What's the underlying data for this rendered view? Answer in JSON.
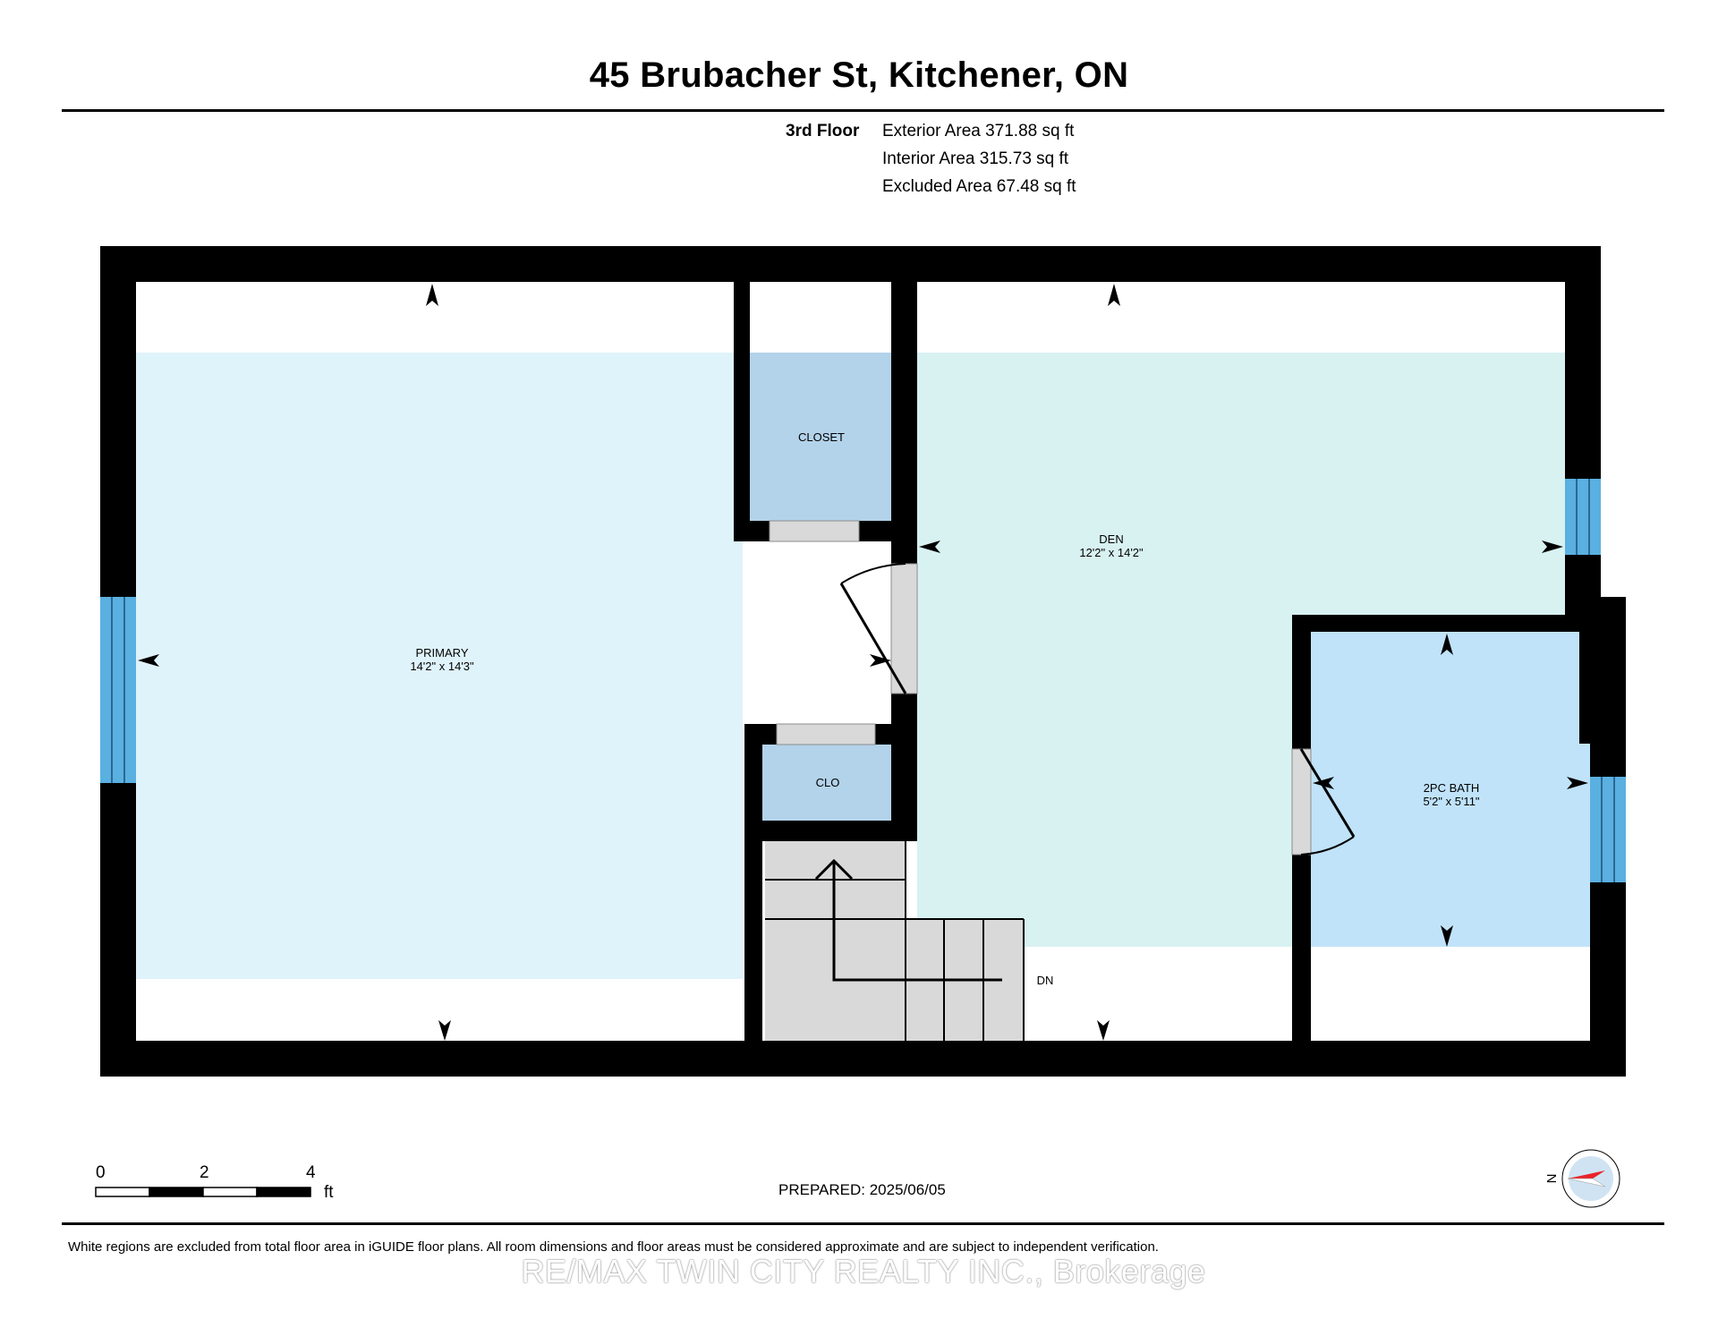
{
  "header": {
    "title": "45 Brubacher St, Kitchener, ON"
  },
  "floor": {
    "name": "3rd Floor",
    "exterior_area": "Exterior Area 371.88 sq ft",
    "interior_area": "Interior Area 315.73 sq ft",
    "excluded_area": "Excluded Area 67.48 sq ft"
  },
  "rooms": {
    "primary": {
      "name": "PRIMARY",
      "dims": "14'2\" x 14'3\""
    },
    "closet": {
      "name": "CLOSET"
    },
    "clo": {
      "name": "CLO"
    },
    "den": {
      "name": "DEN",
      "dims": "12'2\" x 14'2\""
    },
    "bath": {
      "name": "2PC BATH",
      "dims": "5'2\" x 5'11\""
    },
    "stairs": {
      "label": "DN"
    }
  },
  "scale": {
    "ticks": [
      "0",
      "2",
      "4"
    ],
    "unit": "ft"
  },
  "compass": {
    "label": "N"
  },
  "prepared": "PREPARED: 2025/06/05",
  "footer": {
    "disclaimer": "White regions are excluded from total floor area in iGUIDE floor plans. All room dimensions and floor areas must be considered approximate and are subject to independent verification.",
    "watermark": "RE/MAX TWIN CITY REALTY INC., Brokerage"
  },
  "colors": {
    "wall": "#000000",
    "primary_fill": "#dff3fb",
    "den_fill": "#d8f1f1",
    "closet_fill": "#b3d3ea",
    "bath_fill": "#c0e3fa",
    "window": "#5ab0e0",
    "stairs": "#d9d9d9",
    "compass_pointer": "#e8242a"
  }
}
